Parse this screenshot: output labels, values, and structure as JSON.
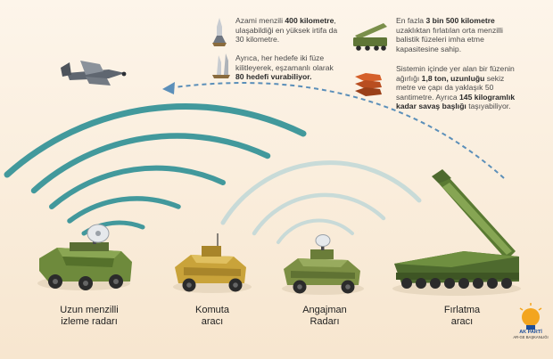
{
  "info_blocks": {
    "range": {
      "pre": "Azami menzili ",
      "bold": "400 kilometre",
      "post": ", ulaşabildiği en yüksek irtifa da 30 kilometre."
    },
    "targets": {
      "pre": "Ayrıca, her hedefe iki füze kilitleyerek, eşzamanlı olarak ",
      "bold": "80 hedefi vurabiliyor."
    },
    "ballistic": {
      "pre": "En fazla ",
      "bold": "3 bin 500 kilometre",
      "post": " uzaklıktan fırlatılan orta menzilli balistik füzeleri imha etme kapasitesine sahip."
    },
    "missile": {
      "pre": "Sistemin içinde yer alan bir füzenin ağırlığı ",
      "bold1": "1,8 ton, uzunluğu",
      "mid": " sekiz metre ve çapı da yaklaşık 50 santimetre. Ayrıca ",
      "bold2": "145 kilogramlık kadar savaş başlığı",
      "post": " taşıyabiliyor."
    }
  },
  "vehicles": [
    {
      "line1": "Uzun menzilli",
      "line2": "izleme radarı"
    },
    {
      "line1": "Komuta",
      "line2": "aracı"
    },
    {
      "line1": "Angajman",
      "line2": "Radarı"
    },
    {
      "line1": "Fırlatma",
      "line2": "aracı"
    }
  ],
  "logo": {
    "party": "AK PARTİ",
    "office": "AR-GE BAŞKANLIĞI"
  },
  "colors": {
    "background": "#fbf1e3",
    "wave_teal": "#2e8f95",
    "arrow_blue": "#5b8fb9",
    "vehicle_green": "#6e8a3c",
    "command_tan": "#c9a33a",
    "launcher_green": "#4e6a2e"
  },
  "icons": [
    "missile-icon",
    "missile-pair-icon",
    "launcher-truck-icon",
    "warhead-stack-icon",
    "drone-icon",
    "radar-dish-icon",
    "ak-party-bulb-icon"
  ]
}
